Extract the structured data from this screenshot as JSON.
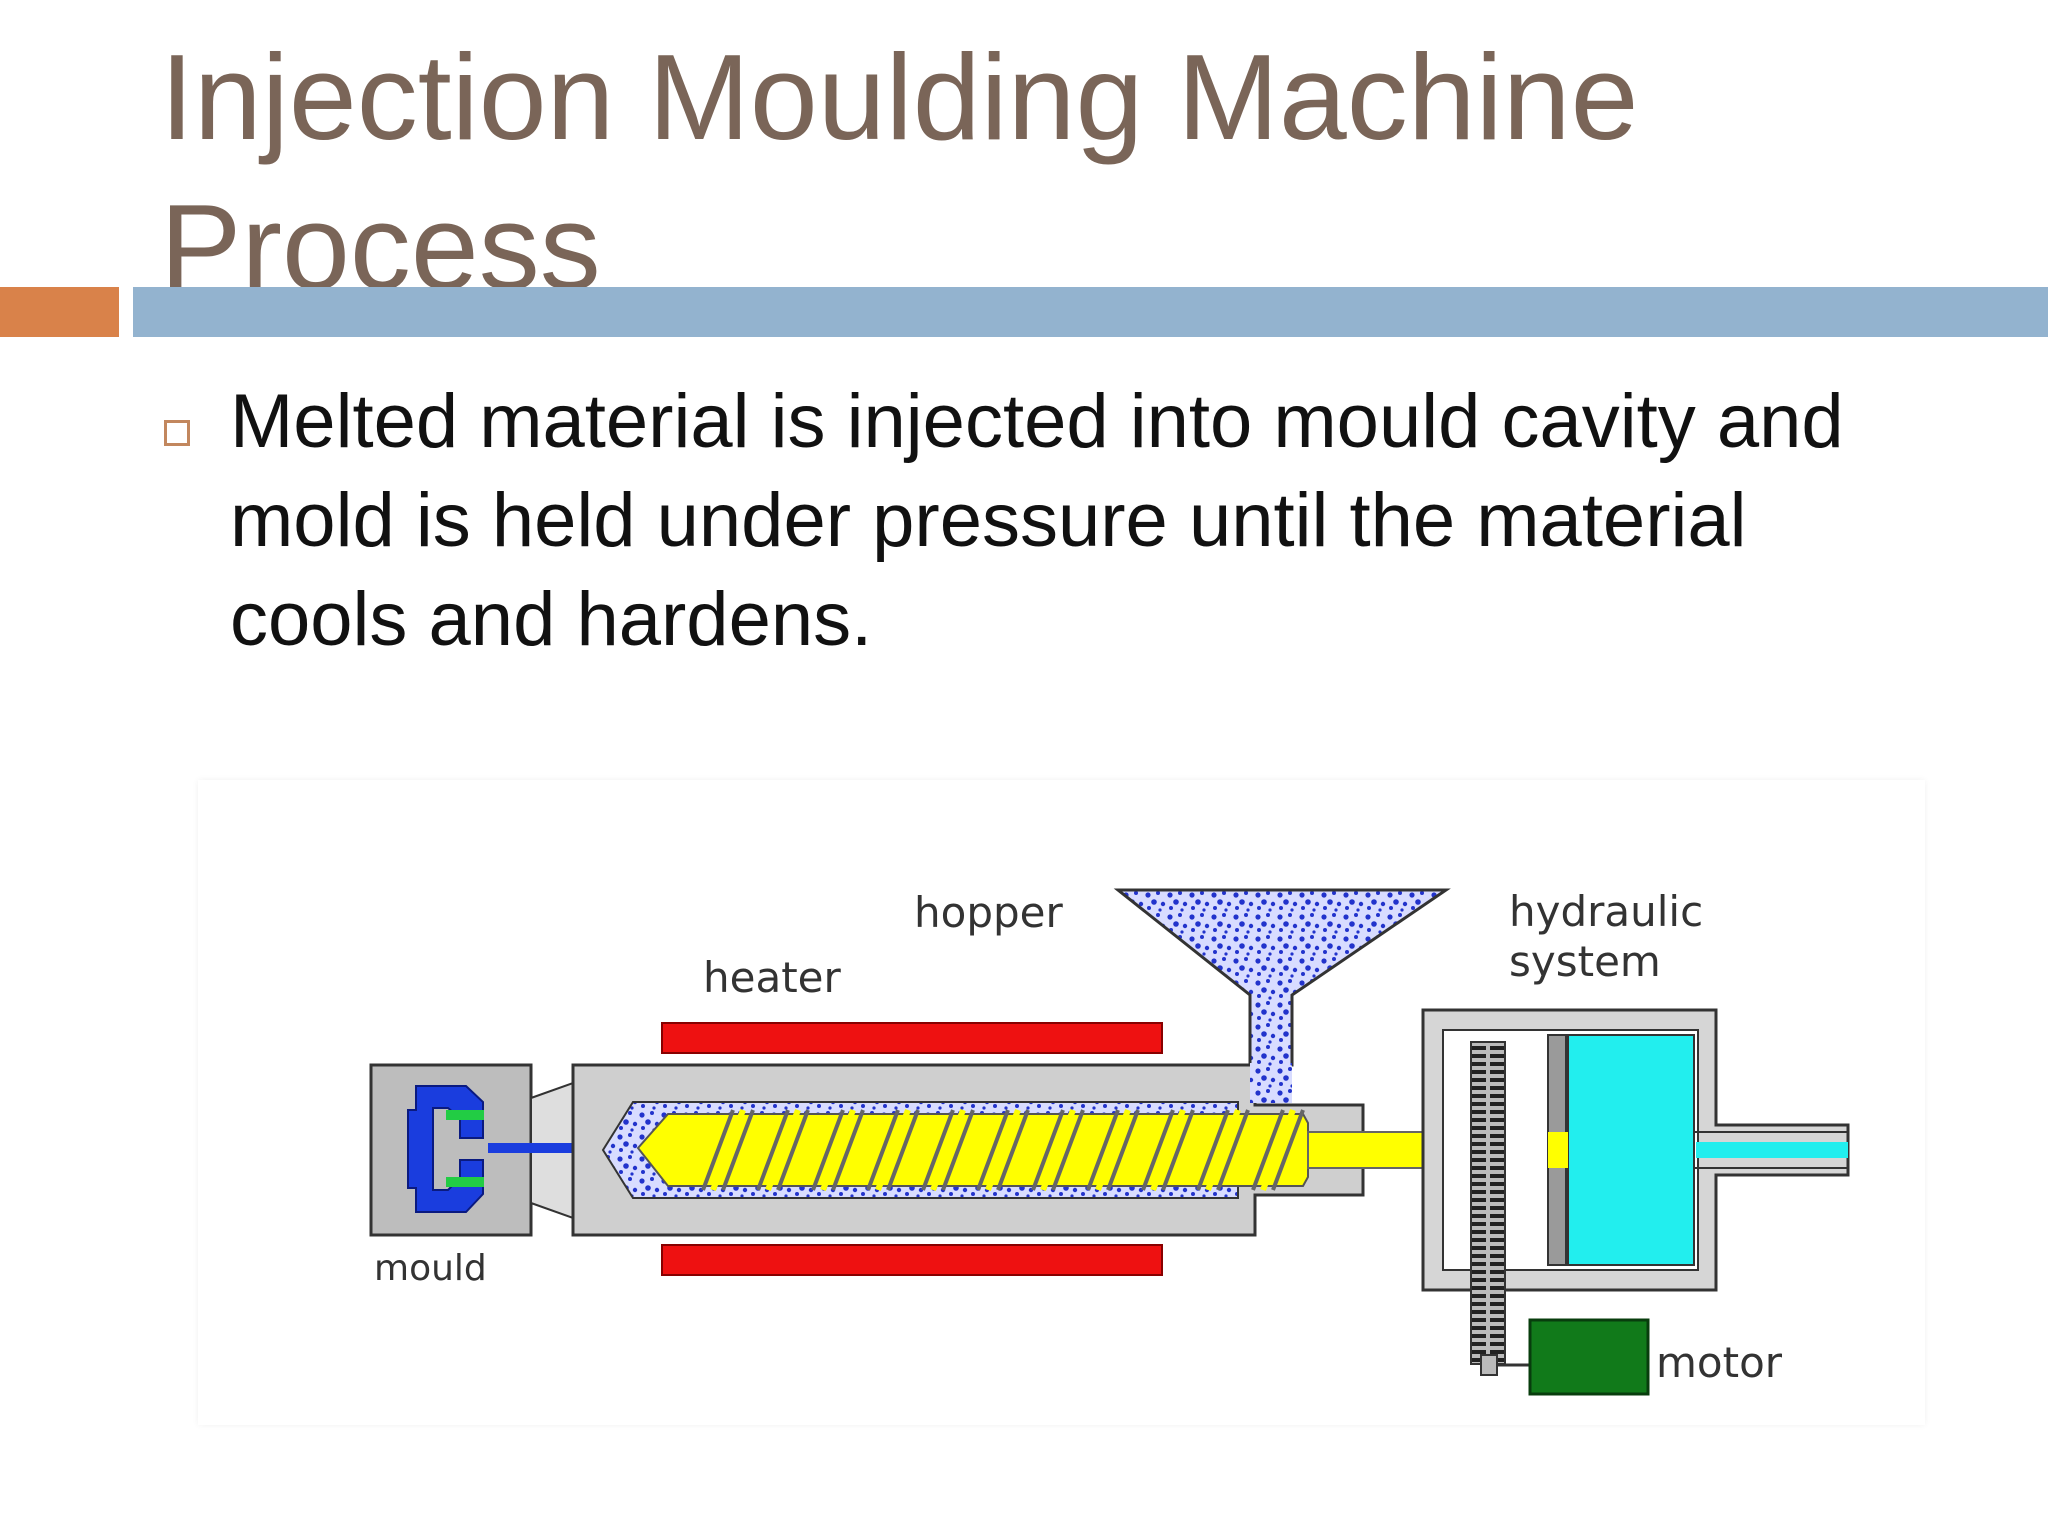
{
  "slide": {
    "title_line1": "Injection Moulding Machine",
    "title_line2": "Process",
    "bullet": "Melted material is injected into mould cavity and mold is held under pressure until the material cools and hardens."
  },
  "diagram": {
    "labels": {
      "hopper": "hopper",
      "heater": "heater",
      "hydraulic_line1": "hydraulic",
      "hydraulic_line2": "system",
      "mould": "mould",
      "motor": "motor"
    },
    "colors": {
      "title": "#7a6558",
      "accent_orange": "#d9824a",
      "accent_blue": "#93b3cf",
      "heater": "#ee1111",
      "screw": "#ffff00",
      "granules": "#2233cc",
      "mould_core": "#1a3dde",
      "hydraulic_fluid": "#22eeee",
      "motor": "#117a1a",
      "barrel": "#cccccc"
    },
    "icons": [
      "hopper-icon",
      "heater-icon",
      "screw-icon",
      "gear-icon",
      "motor-icon",
      "piston-icon"
    ]
  }
}
